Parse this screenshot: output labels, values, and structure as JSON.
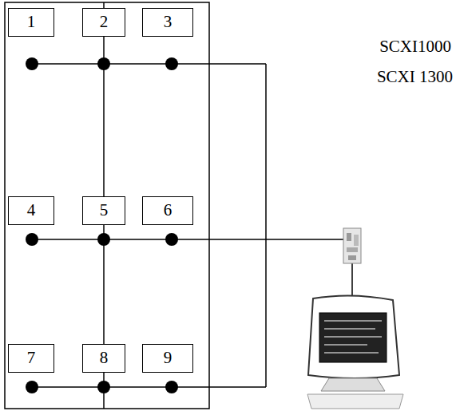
{
  "diagram": {
    "nodes": [
      {
        "text": [
          "1"
        ]
      },
      {
        "text": [
          "2"
        ]
      },
      {
        "text": [
          "3"
        ]
      },
      {
        "text": [
          "4"
        ]
      },
      {
        "text": [
          "5"
        ]
      },
      {
        "text": [
          "6"
        ]
      },
      {
        "text": [
          "7"
        ]
      },
      {
        "text": [
          "8"
        ]
      },
      {
        "text": [
          "9"
        ]
      }
    ],
    "labels": [
      "SCXI1000",
      "SCXI 1300"
    ]
  }
}
